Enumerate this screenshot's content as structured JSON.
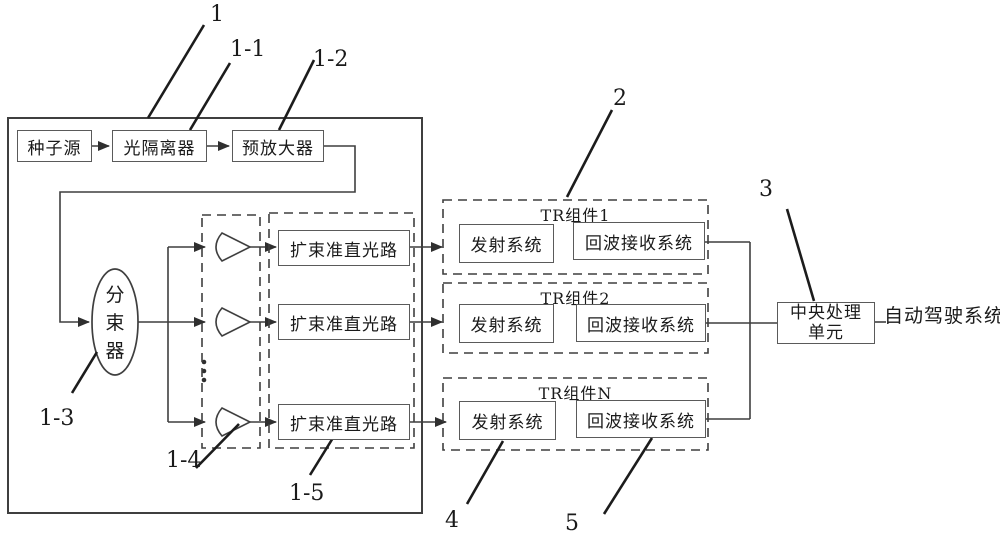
{
  "colors": {
    "ink": "#3f3f3f",
    "text": "#1a1a1a",
    "background": "#ffffff"
  },
  "diagram": {
    "laser_source_unit": {
      "seed": "种子源",
      "isolator": "光隔离器",
      "preamp": "预放大器",
      "splitter": "分束器",
      "collimators": [
        "扩束准直光路",
        "扩束准直光路",
        "扩束准直光路"
      ]
    },
    "tr_modules": [
      {
        "title": "TR组件1",
        "tx": "发射系统",
        "rx": "回波接收系统"
      },
      {
        "title": "TR组件2",
        "tx": "发射系统",
        "rx": "回波接收系统"
      },
      {
        "title": "TR组件N",
        "tx": "发射系统",
        "rx": "回波接收系统"
      }
    ],
    "cpu": {
      "line1": "中央处理",
      "line2": "单元"
    },
    "output_system": "自动驾驶系统",
    "ref_labels": {
      "n1": "1",
      "n1_1": "1-1",
      "n1_2": "1-2",
      "n1_3": "1-3",
      "n1_4": "1-4",
      "n1_5": "1-5",
      "n2": "2",
      "n3": "3",
      "n4": "4",
      "n5": "5"
    }
  }
}
